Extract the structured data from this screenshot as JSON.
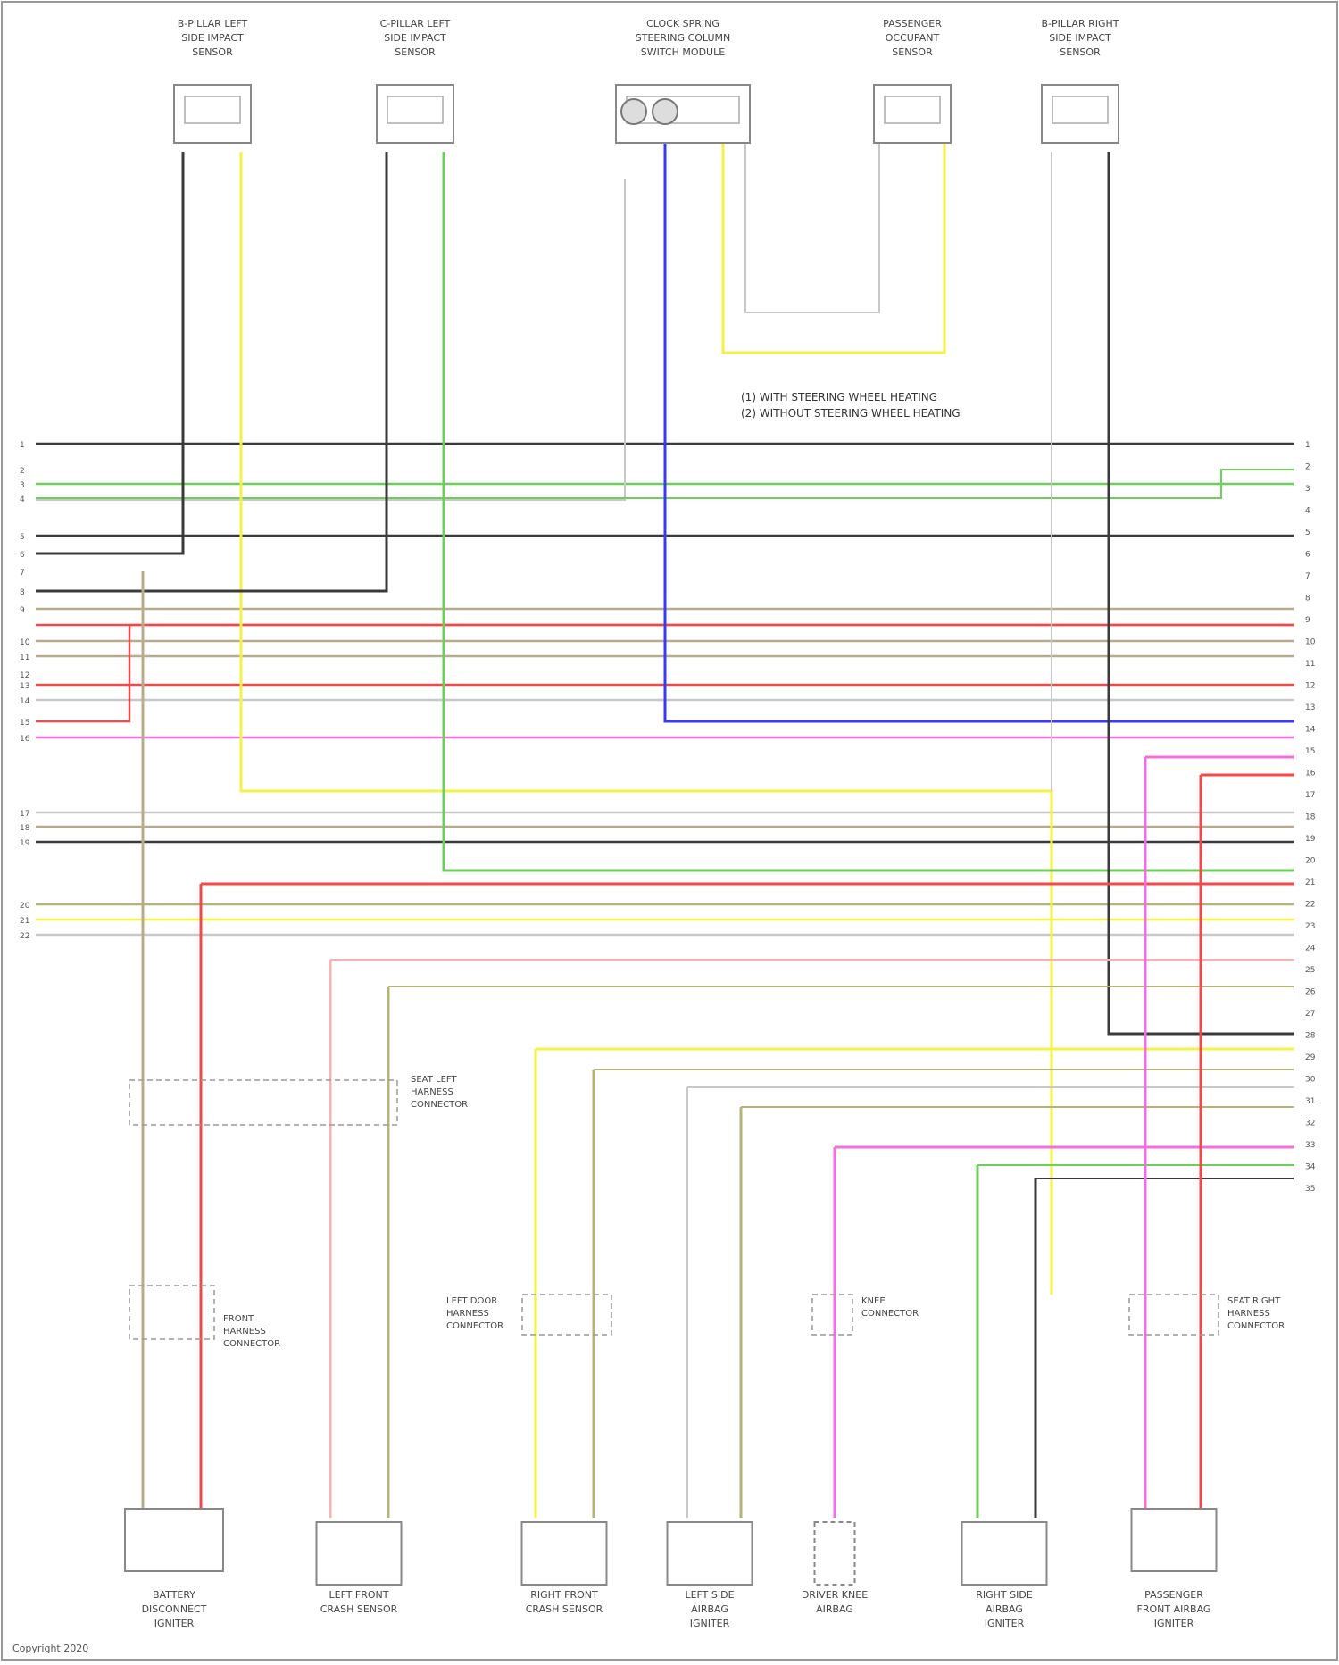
{
  "components_top": [
    {
      "id": "left-b-pillar-sensor",
      "lines": [
        "B-PILLAR LEFT",
        "SIDE IMPACT",
        "SENSOR"
      ]
    },
    {
      "id": "left-c-pillar-sensor",
      "lines": [
        "C-PILLAR LEFT",
        "SIDE IMPACT",
        "SENSOR"
      ]
    },
    {
      "id": "clock-spring",
      "lines": [
        "CLOCK SPRING",
        "STEERING COLUMN",
        "SWITCH MODULE"
      ]
    },
    {
      "id": "passenger-occupant-sensor",
      "lines": [
        "PASSENGER",
        "OCCUPANT",
        "SENSOR"
      ]
    },
    {
      "id": "right-b-pillar-sensor",
      "lines": [
        "B-PILLAR RIGHT",
        "SIDE IMPACT",
        "SENSOR"
      ]
    }
  ],
  "legend": [
    "(1) WITH STEERING WHEEL HEATING",
    "(2) WITHOUT STEERING WHEEL HEATING"
  ],
  "left_pins": [
    "1",
    "2",
    "3",
    "4",
    "5",
    "6",
    "7",
    "8",
    "9",
    "10",
    "11",
    "12",
    "13",
    "14",
    "15",
    "16",
    "17",
    "18",
    "19",
    "20",
    "21",
    "22"
  ],
  "right_pins": [
    "1",
    "2",
    "3",
    "4",
    "5",
    "6",
    "7",
    "8",
    "9",
    "10",
    "11",
    "12",
    "13",
    "14",
    "15",
    "16",
    "17",
    "18",
    "19",
    "20",
    "21",
    "22",
    "23",
    "24",
    "25",
    "26",
    "27",
    "28",
    "29",
    "30",
    "31",
    "32",
    "33",
    "34",
    "35"
  ],
  "components_bottom": [
    {
      "id": "battery-disconnect",
      "lines": [
        "BATTERY",
        "DISCONNECT",
        "IGNITER"
      ]
    },
    {
      "id": "left-front-crash-sensor",
      "lines": [
        "LEFT FRONT",
        "CRASH SENSOR"
      ]
    },
    {
      "id": "right-front-crash-sensor",
      "lines": [
        "RIGHT FRONT",
        "CRASH SENSOR"
      ]
    },
    {
      "id": "left-side-airbag",
      "lines": [
        "LEFT SIDE",
        "AIRBAG",
        "IGNITER"
      ]
    },
    {
      "id": "driver-knee-airbag",
      "lines": [
        "DRIVER KNEE",
        "AIRBAG"
      ]
    },
    {
      "id": "right-side-airbag",
      "lines": [
        "RIGHT SIDE",
        "AIRBAG",
        "IGNITER"
      ]
    },
    {
      "id": "passenger-front-airbag",
      "lines": [
        "PASSENGER",
        "FRONT AIRBAG",
        "IGNITER"
      ]
    }
  ],
  "connector_notes": [
    {
      "id": "left-seat-connector",
      "lines": [
        "SEAT LEFT",
        "HARNESS",
        "CONNECTOR"
      ]
    },
    {
      "id": "front-left-connector",
      "lines": [
        "FRONT",
        "HARNESS",
        "CONNECTOR"
      ]
    },
    {
      "id": "left-door-connector",
      "lines": [
        "LEFT DOOR",
        "HARNESS",
        "CONNECTOR"
      ]
    },
    {
      "id": "left-knee-connector",
      "lines": [
        "KNEE",
        "CONNECTOR"
      ]
    },
    {
      "id": "right-seat-connector",
      "lines": [
        "SEAT RIGHT",
        "HARNESS",
        "CONNECTOR"
      ]
    }
  ],
  "wire_colors": {
    "gray": "#7a7a7a",
    "dark": "#3a3a3a",
    "yellow": "#f2f24a",
    "green": "#6dcf5a",
    "blue": "#3a3af0",
    "red": "#f04a4a",
    "pink": "#f56ee0",
    "tan": "#b8ad8a",
    "olive": "#b3b37a",
    "lightgray": "#c8c8c8",
    "palepink": "#f4b2b2"
  },
  "footer": "Copyright 2020"
}
